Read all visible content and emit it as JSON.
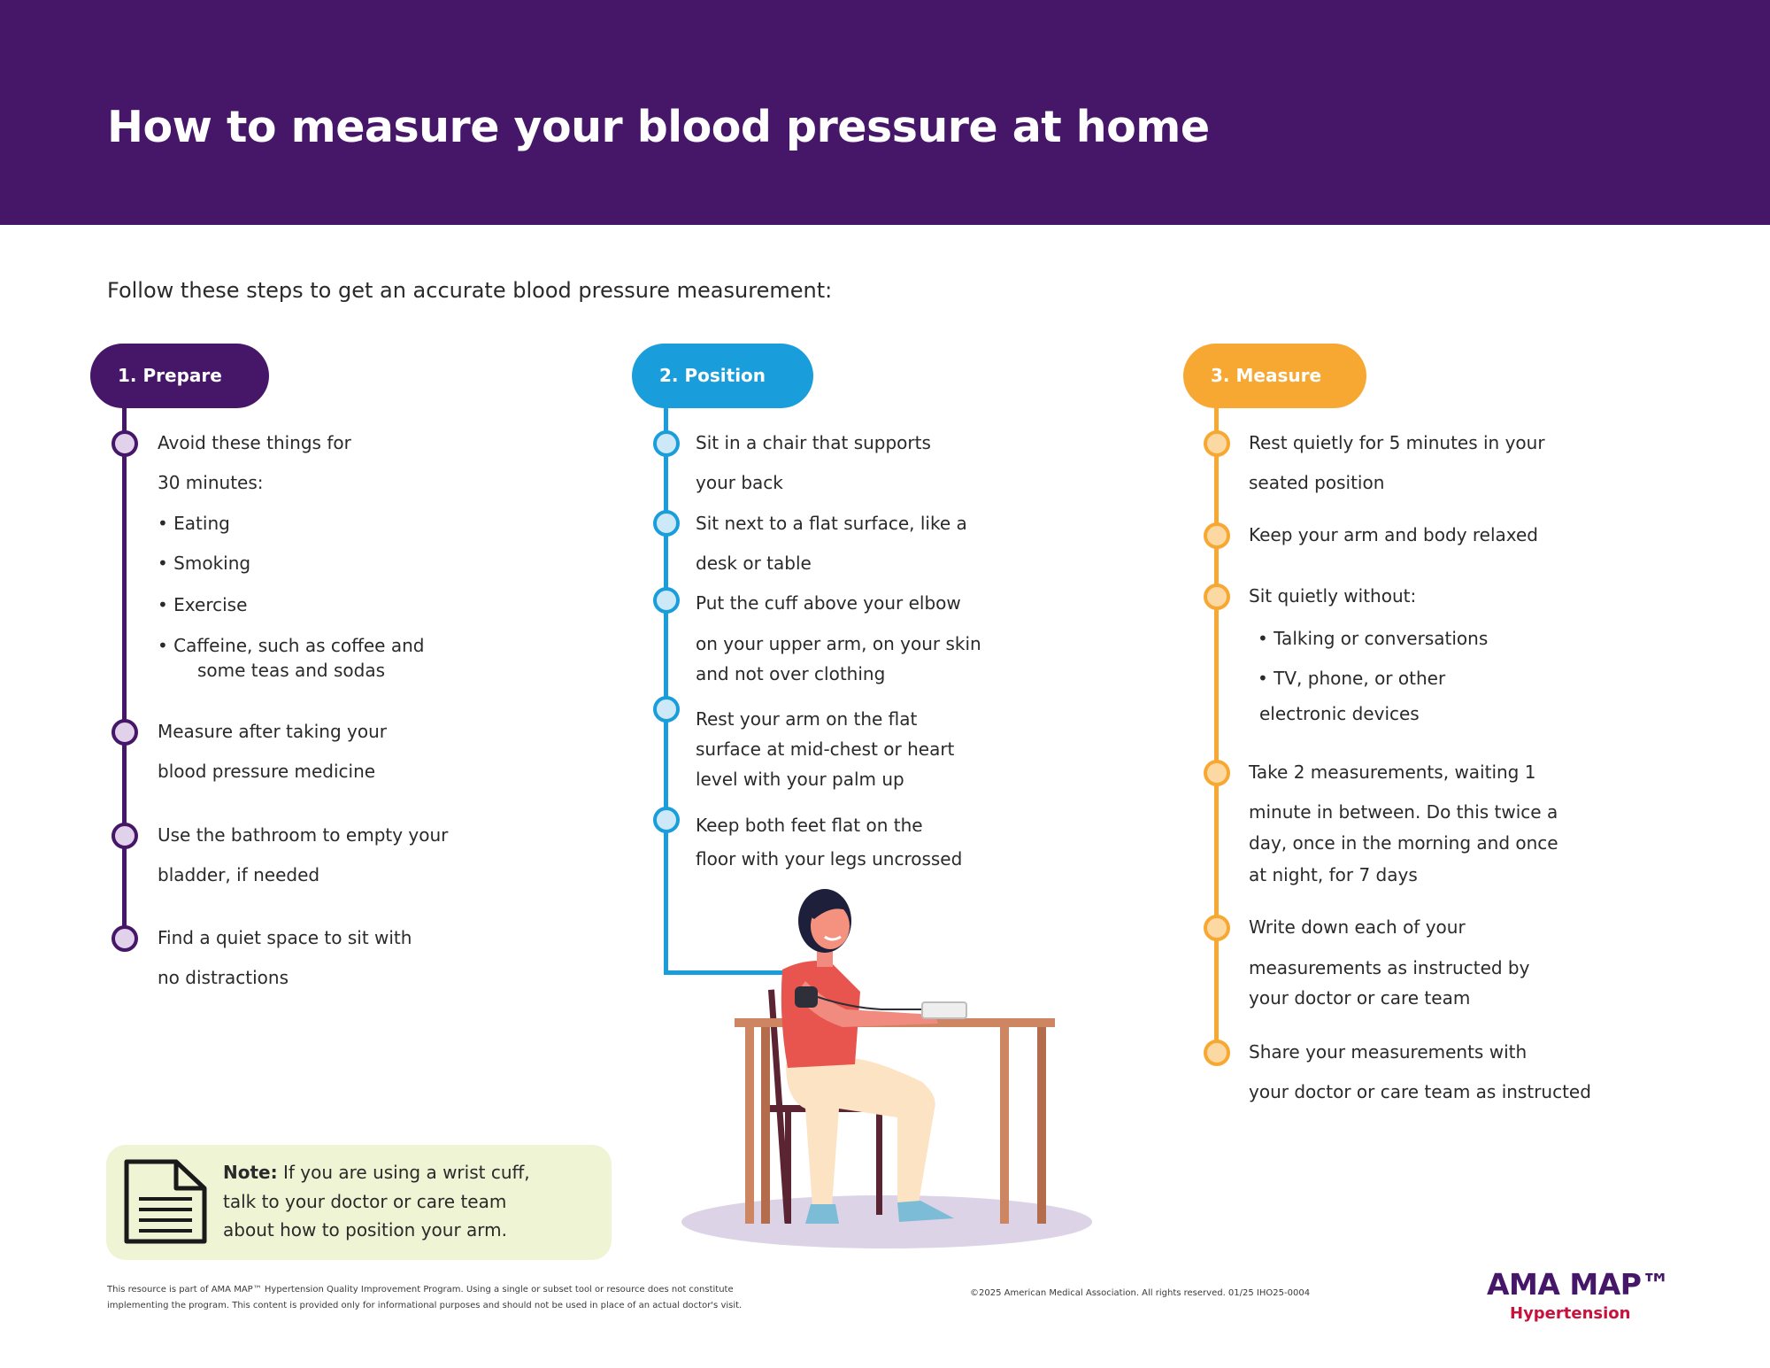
{
  "header": {
    "title": "How to measure your blood pressure at home"
  },
  "intro": "Follow these steps to get an accurate blood pressure measurement:",
  "sections": {
    "prepare": {
      "label": "1. Prepare",
      "steps": [
        {
          "lines": [
            "Avoid these things for",
            "30 minutes:"
          ],
          "bullets": [
            "• Eating",
            "• Smoking",
            "• Exercise",
            "• Caffeine, such as coffee and",
            "some teas and sodas"
          ]
        },
        {
          "lines": [
            "Measure after taking your",
            "blood pressure medicine"
          ]
        },
        {
          "lines": [
            "Use the bathroom to empty your",
            "bladder, if needed"
          ]
        },
        {
          "lines": [
            "Find a quiet space to sit with",
            "no distractions"
          ]
        }
      ]
    },
    "position": {
      "label": "2. Position",
      "steps": [
        {
          "lines": [
            "Sit in a chair that supports",
            "your back"
          ]
        },
        {
          "lines": [
            "Sit next to a flat surface, like a",
            "desk or table"
          ]
        },
        {
          "lines": [
            "Put the cuff above your elbow",
            "on your upper arm, on your skin",
            "and not over clothing"
          ]
        },
        {
          "lines": [
            "Rest your arm on the flat",
            "surface at mid-chest or heart",
            "level with your palm up"
          ]
        },
        {
          "lines": [
            "Keep both feet flat on the",
            "floor with your legs uncrossed"
          ]
        }
      ]
    },
    "measure": {
      "label": "3. Measure",
      "steps": [
        {
          "lines": [
            "Rest quietly for 5 minutes in your",
            "seated position"
          ]
        },
        {
          "lines": [
            "Keep your arm and body relaxed"
          ]
        },
        {
          "lines": [
            "Sit quietly without:"
          ],
          "bullets": [
            "• Talking or conversations",
            "• TV, phone, or other",
            "electronic devices"
          ]
        },
        {
          "lines": [
            "Take 2 measurements, waiting 1",
            "minute in between. Do this twice a",
            "day, once in the morning and once",
            "at night, for 7 days"
          ]
        },
        {
          "lines": [
            "Write down each of your",
            "measurements as instructed by",
            "your doctor or care team"
          ]
        },
        {
          "lines": [
            "Share your measurements with",
            "your doctor or care team as instructed"
          ]
        }
      ]
    }
  },
  "note": {
    "label": "Note:",
    "line1": "If you are using a wrist cuff,",
    "line2": "talk to your doctor or care team",
    "line3": "about how to position your arm."
  },
  "footer": {
    "disclaimer_line1": "This resource is part of AMA MAP™ Hypertension Quality Improvement Program. Using a single or subset tool or resource does not constitute",
    "disclaimer_line2": "implementing the program. This content is provided only for informational purposes and should not be used in place of an actual doctor's visit.",
    "copyright": "©2025 American Medical Association. All rights reserved. 01/25 IHO25-0004"
  },
  "logo": {
    "main": "AMA MAP™",
    "sub": "Hypertension"
  },
  "colors": {
    "banner": "#461668",
    "prepare": "#461668",
    "position": "#1a9edb",
    "measure": "#f7a833",
    "note_bg": "#eff4d4",
    "logo_sub": "#c8123c"
  },
  "icons": {
    "note": "document-icon"
  }
}
